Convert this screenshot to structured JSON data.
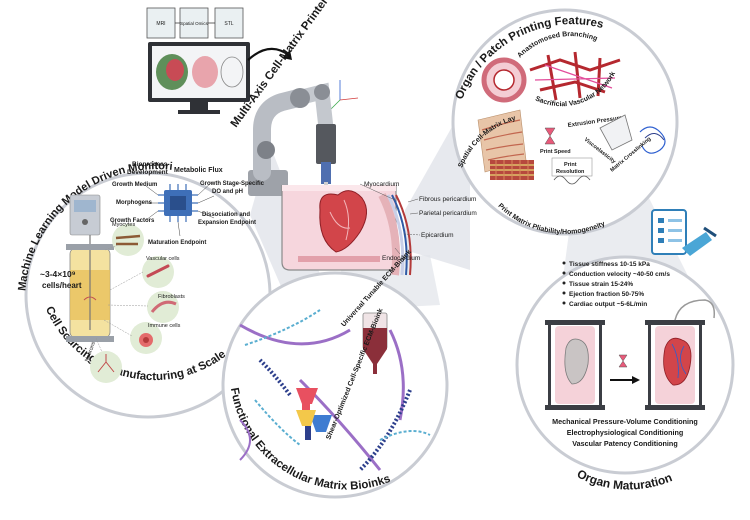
{
  "printer": {
    "title": "Multi-Axis Cell-Matrix Printer",
    "pipeline": [
      "MRI",
      "Spatial Omics",
      "STL"
    ],
    "layers": [
      "Myocardium",
      "Fibrous pericardium",
      "Parietal pericardium",
      "Epicardium",
      "Endocardium"
    ]
  },
  "organ_printing": {
    "title": "Organ / Patch Printing Features",
    "labels": {
      "anastomosed": "Anastomosed Branching",
      "sacrificial": "Sacrificial Vascular Network",
      "extrusion": "Extrusion Pressure",
      "print_speed": "Print Speed",
      "viscoelasticity": "Viscoelasticity",
      "crosslinking": "Matrix Crosslinking",
      "print_resolution_1": "Print",
      "print_resolution_2": "Resolution",
      "spatial": "Spatial Cell-Matrix Layering",
      "pliability": "Print Matrix Pliability/Homogeneity"
    }
  },
  "ml": {
    "title": "Machine Learning Model Driven Monitoring",
    "labels": {
      "bioprocess_1": "Bioprocess",
      "bioprocess_2": "Development",
      "metabolic": "Metabolic Flux",
      "growth_medium": "Growth Medium",
      "growth_stage_1": "Growth Stage-Specific",
      "growth_stage_2": "DO and pH",
      "morphogens": "Morphogens",
      "growth_factors": "Growth Factors",
      "dissociation_1": "Dissociation and",
      "dissociation_2": "Expansion Endpoint",
      "maturation": "Maturation Endpoint"
    }
  },
  "cell_sourcing": {
    "title": "Cell Sourcing & Manufacturing at Scale",
    "count_1": "~3-4×10⁹",
    "count_2": "cells/heart",
    "cells": [
      "Myocytes",
      "Vascular cells",
      "Fibroblasts",
      "Immune cells",
      "Neurons"
    ]
  },
  "bioinks": {
    "title": "Functional Extracellular Matrix Bioinks",
    "universal": "Universal Tunable ECM-Bioink",
    "shear": "Shear-Optimized Cell-Specific ECM-Bioink"
  },
  "maturation": {
    "title": "Organ Maturation",
    "metrics": [
      "Tissue stiffness 10-15 kPa",
      "Conduction velocity ~40-50 cm/s",
      "Tissue strain 15-24%",
      "Ejection fraction 50-75%",
      "Cardiac output ~5-6L/min"
    ],
    "conditioning": [
      "Mechanical Pressure-Volume Conditioning",
      "Electrophysiological Conditioning",
      "Vascular Patency Conditioning"
    ]
  },
  "colors": {
    "circle_stroke": "#c9ccd3",
    "cone": "#d9dde4",
    "robot": "#b9bdc4",
    "heart": "#d2454a",
    "tissue_pink": "#f2c7cf",
    "vessel_red": "#b5282f",
    "fiber_purple": "#9b6fc6",
    "dot_blue": "#2d3f8c",
    "teal": "#5aaed0"
  }
}
